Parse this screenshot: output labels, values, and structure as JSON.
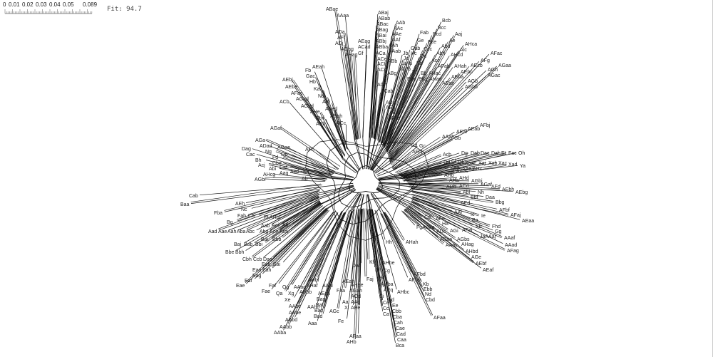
{
  "scale_bar": {
    "ticks": [
      "0",
      "0.01",
      "0.02",
      "0.03",
      "0.04",
      "0.05",
      "0.089"
    ]
  },
  "fit_label": "Fit: 94.7",
  "taxa": [
    "ABae",
    "AAaa",
    "ABaj",
    "ABab",
    "ABac",
    "ABag",
    "ABai",
    "ABbj",
    "ABba",
    "AAb",
    "AAc",
    "AAe",
    "AAf",
    "AAh",
    "AAab",
    "ADa",
    "AFf",
    "ADj",
    "AGag",
    "AEag",
    "ACad",
    "AHag",
    "Gf",
    "ACa",
    "ACe",
    "ACf",
    "ABb",
    "ACg",
    "ABg",
    "ACh",
    "ACab",
    "ADg",
    "AEg",
    "AEe",
    "AFa",
    "Fab",
    "Bcd",
    "Bcb",
    "Bcc",
    "Aaj",
    "Ae",
    "Abd",
    "Alc",
    "AHca",
    "AFac",
    "Ge",
    "Bce",
    "Gab",
    "Ccc",
    "Jb",
    "Hc",
    "Dh",
    "Abh",
    "AHcd",
    "Jc",
    "La",
    "Ia",
    "Ea",
    "Acc",
    "AFg",
    "AGaa",
    "AEcb",
    "AGh",
    "AEbc",
    "AGac",
    "Nf",
    "Ib",
    "Eb",
    "Bb",
    "AHac",
    "AFab",
    "AHah",
    "AEba",
    "AGb",
    "AGbb",
    "AEae",
    "Ebe",
    "Bdg",
    "AHad",
    "Fb",
    "AEah",
    "Gac",
    "Hb",
    "Ka",
    "AEbj",
    "AEbe",
    "AFae",
    "AGad",
    "ACb",
    "AGbd",
    "AHe",
    "AHf",
    "AEb",
    "AGaf",
    "Nd",
    "ABi",
    "ABed",
    "ABah",
    "ACc",
    "AGa",
    "ADad",
    "Dag",
    "Ng",
    "Cac",
    "Bh",
    "Fd",
    "Ob",
    "Cbe",
    "Acj",
    "Abi",
    "AHcg",
    "AGbi",
    "AGae",
    "AFh",
    "Caf",
    "Aag",
    "Acd",
    "Eg",
    "Ab",
    "Cab",
    "Baa",
    "AEh",
    "Nc",
    "Fba",
    "Fah",
    "Ch",
    "Bg",
    "Ff",
    "AHbi",
    "Aab",
    "Aai",
    "Ad",
    "Aad",
    "Aae",
    "Aah",
    "Aba",
    "Abc",
    "Abg",
    "Ace",
    "Aca",
    "Bai",
    "Bbb",
    "Baj",
    "Bab",
    "Bbi",
    "Bbh",
    "Bbe",
    "Cbh",
    "Ccb",
    "Dae",
    "Eab",
    "Eai",
    "Eaa",
    "Eah",
    "Eag",
    "Eaf",
    "Eae",
    "Faf",
    "Fae",
    "Qa",
    "Xg",
    "Xe",
    "AAbc",
    "AAbe",
    "AAbd",
    "AAbb",
    "AAba",
    "Aaa",
    "Bad",
    "Bac",
    "Baf",
    "Bag",
    "AEca",
    "AAag",
    "Og",
    "ABbb",
    "AAhb",
    "AHbf",
    "AHaf",
    "AAai",
    "AGc",
    "Fe",
    "AFaa",
    "AHb",
    "Daf",
    "Df",
    "Faj",
    "Ed",
    "AHba",
    "AEq",
    "Ci",
    "Hd",
    "Ce",
    "Ee",
    "Cbb",
    "Cc",
    "Ca",
    "Cba",
    "Cah",
    "Cae",
    "Cad",
    "Caa",
    "Bca",
    "AHbc",
    "Kf",
    "AHbe",
    "Cg",
    "AFbd",
    "AFbb",
    "Kb",
    "Ebb",
    "Nd",
    "Cbd",
    "AFaa",
    "AEah",
    "AHae",
    "AGah",
    "AOd",
    "AAd",
    "ABe",
    "Xi",
    "Aa",
    "Faa",
    "Gd",
    "Gc",
    "AFbj",
    "AAah",
    "AEaf",
    "Gb",
    "AEab",
    "AFbj",
    "Acb",
    "Dg",
    "Dab",
    "Dac",
    "Dah",
    "Et",
    "Fac",
    "Oh",
    "Qd",
    "Cl",
    "Qh",
    "Xaxt",
    "Xaj",
    "Xab",
    "Xac",
    "Xad",
    "Ya",
    "Zaa",
    "AAaa",
    "AHc",
    "Aid",
    "AAac",
    "AHb",
    "AHa",
    "AHd",
    "ADb",
    "ACd",
    "AGbj",
    "AGaf",
    "AFd",
    "AEbh",
    "AEbg",
    "Nh",
    "Abl",
    "Bbf",
    "Daa",
    "Bbg",
    "AEd",
    "AFbf",
    "AFaj",
    "AEaa",
    "Ic",
    "Ie",
    "AAi",
    "Ba",
    "Cd",
    "AFe",
    "Fg",
    "AHaa",
    "Ha",
    "Xb",
    "Fhd",
    "Gg",
    "AFai",
    "AGi",
    "ADc",
    "JaAAaj",
    "AAaf",
    "ABaa",
    "AGbs",
    "AAac",
    "AHag",
    "AAad",
    "AFag",
    "AHbd",
    "AGe",
    "AEbf",
    "AEaf",
    "Hh",
    "AHah"
  ],
  "colors": {
    "line": "#111111",
    "text": "#222222",
    "scale": "#888888"
  }
}
